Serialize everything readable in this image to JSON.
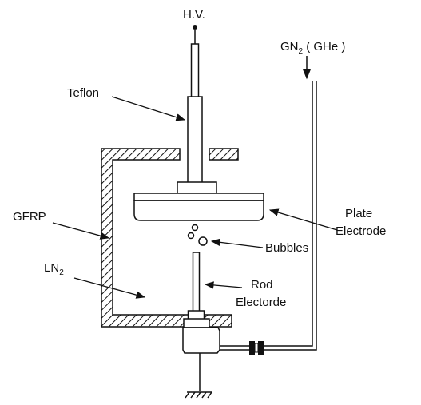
{
  "labels": {
    "hv": "H.V.",
    "gas": {
      "main": "GN",
      "sub": "2",
      "rest": " ( GHe )"
    },
    "teflon": "Teflon",
    "gfrp": "GFRP",
    "ln2": {
      "main": "LN",
      "sub": "2"
    },
    "plate_electrode": [
      "Plate",
      "Electrode"
    ],
    "bubbles": "Bubbles",
    "rod_electrode": [
      "Rod",
      "Electorde"
    ]
  },
  "colors": {
    "line": "#111111",
    "background": "#ffffff"
  }
}
